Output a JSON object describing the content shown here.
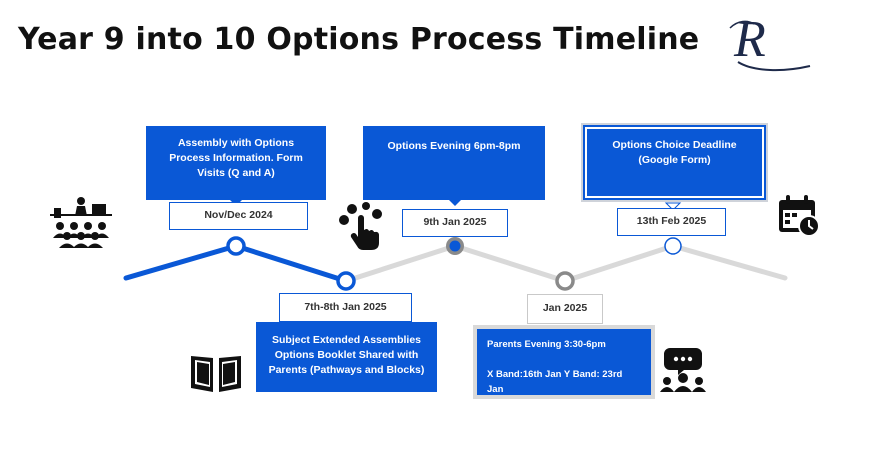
{
  "title": "Year 9 into 10 Options Process Timeline",
  "logo_letter": "R",
  "colors": {
    "accent": "#0a58d6",
    "line_gray": "#d9d9d9",
    "marker_gray": "#8a8a8a"
  },
  "events": [
    {
      "date": "Nov/Dec 2024",
      "text": "Assembly with Options Process Information. Form Visits (Q and A)",
      "icon": "presentation-audience-icon"
    },
    {
      "date": "7th-8th Jan 2025",
      "text": "Subject Extended Assemblies Options Booklet Shared with Parents (Pathways and Blocks)",
      "icon": "open-book-icon"
    },
    {
      "date": "9th Jan 2025",
      "text": "Options Evening 6pm-8pm",
      "icon": "hand-pointing-choice-icon"
    },
    {
      "date": "Jan 2025",
      "text_line1": "Parents Evening 3:30-6pm",
      "text_line2": "X Band:16th Jan Y Band: 23rd Jan",
      "icon": "meeting-group-chat-icon"
    },
    {
      "date": "13th Feb 2025",
      "text": "Options Choice Deadline (Google Form)",
      "icon": "calendar-clock-icon"
    }
  ]
}
